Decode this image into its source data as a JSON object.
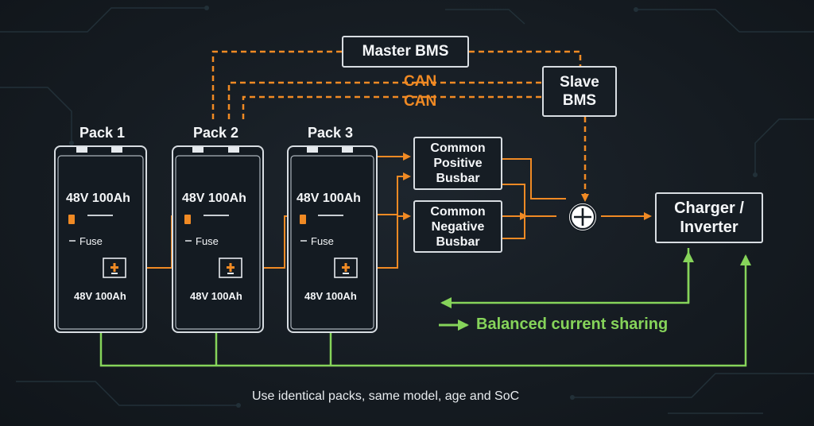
{
  "colors": {
    "background": "#151b21",
    "orange": "#f08a24",
    "green": "#86d45a",
    "box_border": "#d8dde2"
  },
  "master_bms": {
    "label": "Master BMS"
  },
  "slave_bms": {
    "line1": "Slave",
    "line2": "BMS"
  },
  "can_labels": [
    "CAN",
    "CAN"
  ],
  "packs": [
    {
      "title": "Pack 1",
      "rating": "48V 100Ah",
      "fuse_label": "Fuse",
      "bottom_label": "48V 100Ah"
    },
    {
      "title": "Pack 2",
      "rating": "48V 100Ah",
      "fuse_label": "Fuse",
      "bottom_label": "48V 100Ah"
    },
    {
      "title": "Pack 3",
      "rating": "48V 100Ah",
      "fuse_label": "Fuse",
      "bottom_label": "48V 100Ah"
    }
  ],
  "busbars": {
    "positive": {
      "line1": "Common",
      "line2": "Positive",
      "line3": "Busbar"
    },
    "negative": {
      "line1": "Common",
      "line2": "Negative",
      "line3": "Busbar"
    }
  },
  "charger": {
    "line1": "Charger /",
    "line2": "Inverter"
  },
  "combiner_icon": "plus-circle-icon",
  "legend": {
    "balanced_label": "Balanced current sharing"
  },
  "footer_note": "Use identical packs, same model, age and SoC"
}
